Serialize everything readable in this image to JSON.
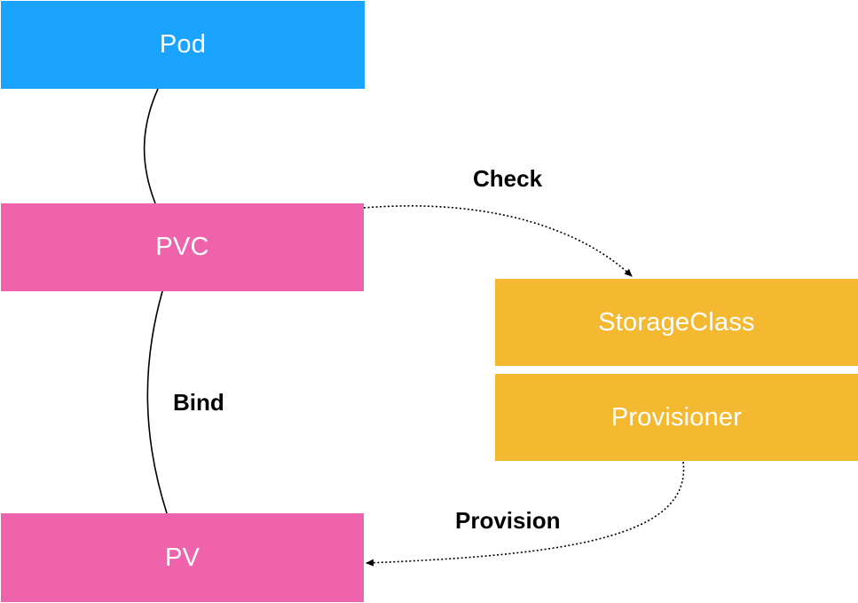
{
  "colors": {
    "pod": "#1aa3ff",
    "volume": "#ee63ab",
    "storage": "#f4b930",
    "edge": "#000000"
  },
  "nodes": {
    "pod": "Pod",
    "pvc": "PVC",
    "pv": "PV",
    "storageclass": "StorageClass",
    "provisioner": "Provisioner"
  },
  "edges": {
    "check": "Check",
    "bind": "Bind",
    "provision": "Provision"
  }
}
